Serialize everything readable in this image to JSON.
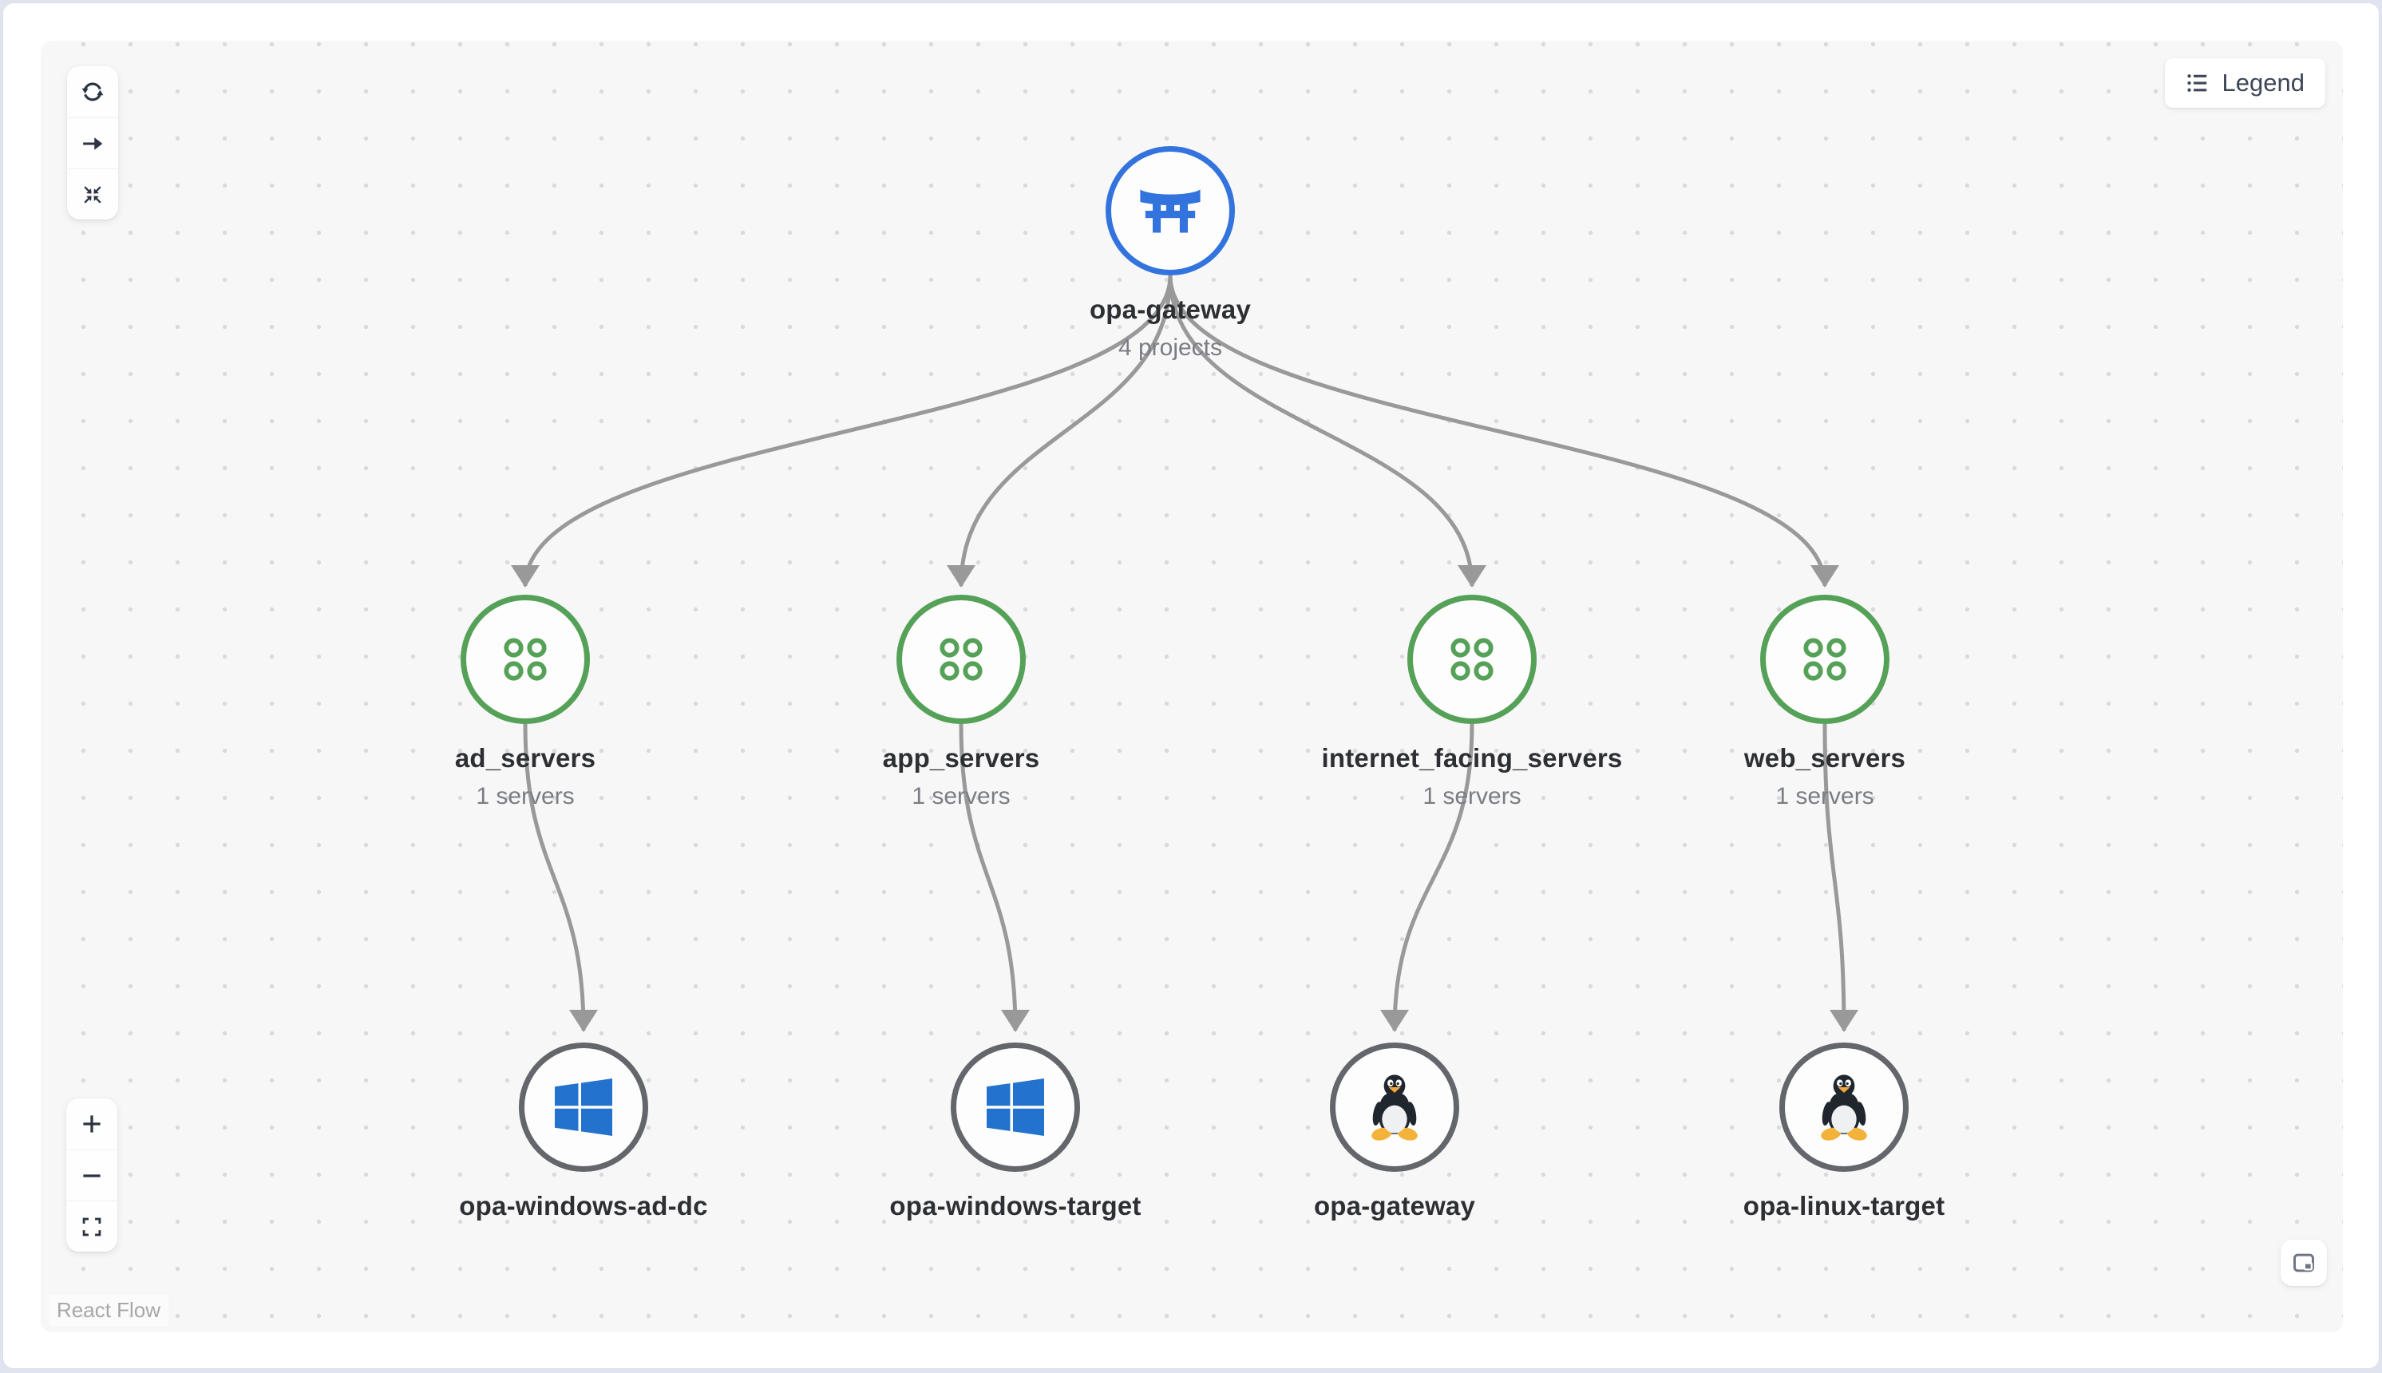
{
  "canvas": {
    "attribution": "React Flow"
  },
  "legend_button": {
    "label": "Legend",
    "icon": "list-icon"
  },
  "controls": {
    "top": [
      {
        "name": "refresh",
        "icon": "refresh-icon"
      },
      {
        "name": "run",
        "icon": "arrow-right-icon"
      },
      {
        "name": "collapse",
        "icon": "collapse-arrows-icon"
      }
    ],
    "bottom": [
      {
        "name": "zoom-in",
        "icon": "plus-icon"
      },
      {
        "name": "zoom-out",
        "icon": "minus-icon"
      },
      {
        "name": "fit-view",
        "icon": "fullscreen-icon"
      }
    ],
    "misc": [
      {
        "name": "panel-toggle",
        "icon": "panel-corner-icon"
      }
    ]
  },
  "colors": {
    "gateway_blue": "#3273dd",
    "project_green": "#55a158",
    "server_gray": "#63666a",
    "edge_gray": "#999999",
    "windows_blue": "#2372cd",
    "canvas_bg": "#f7f7f8"
  },
  "nodes": {
    "gateway": {
      "label": "opa-gateway",
      "sublabel": "4 projects",
      "type": "gateway",
      "icon": "torii-gate-icon"
    },
    "projects": [
      {
        "label": "ad_servers",
        "sublabel": "1 servers",
        "type": "project",
        "icon": "grid-dots-icon"
      },
      {
        "label": "app_servers",
        "sublabel": "1 servers",
        "type": "project",
        "icon": "grid-dots-icon"
      },
      {
        "label": "internet_facing_servers",
        "sublabel": "1 servers",
        "type": "project",
        "icon": "grid-dots-icon"
      },
      {
        "label": "web_servers",
        "sublabel": "1 servers",
        "type": "project",
        "icon": "grid-dots-icon"
      }
    ],
    "servers": [
      {
        "label": "opa-windows-ad-dc",
        "os": "windows",
        "type": "server",
        "icon": "windows-icon"
      },
      {
        "label": "opa-windows-target",
        "os": "windows",
        "type": "server",
        "icon": "windows-icon"
      },
      {
        "label": "opa-gateway",
        "os": "linux",
        "type": "server",
        "icon": "linux-tux-icon"
      },
      {
        "label": "opa-linux-target",
        "os": "linux",
        "type": "server",
        "icon": "linux-tux-icon"
      }
    ]
  },
  "edges": [
    {
      "from": "opa-gateway",
      "to": "ad_servers"
    },
    {
      "from": "opa-gateway",
      "to": "app_servers"
    },
    {
      "from": "opa-gateway",
      "to": "internet_facing_servers"
    },
    {
      "from": "opa-gateway",
      "to": "web_servers"
    },
    {
      "from": "ad_servers",
      "to": "opa-windows-ad-dc"
    },
    {
      "from": "app_servers",
      "to": "opa-windows-target"
    },
    {
      "from": "internet_facing_servers",
      "to": "opa-gateway"
    },
    {
      "from": "web_servers",
      "to": "opa-linux-target"
    }
  ]
}
